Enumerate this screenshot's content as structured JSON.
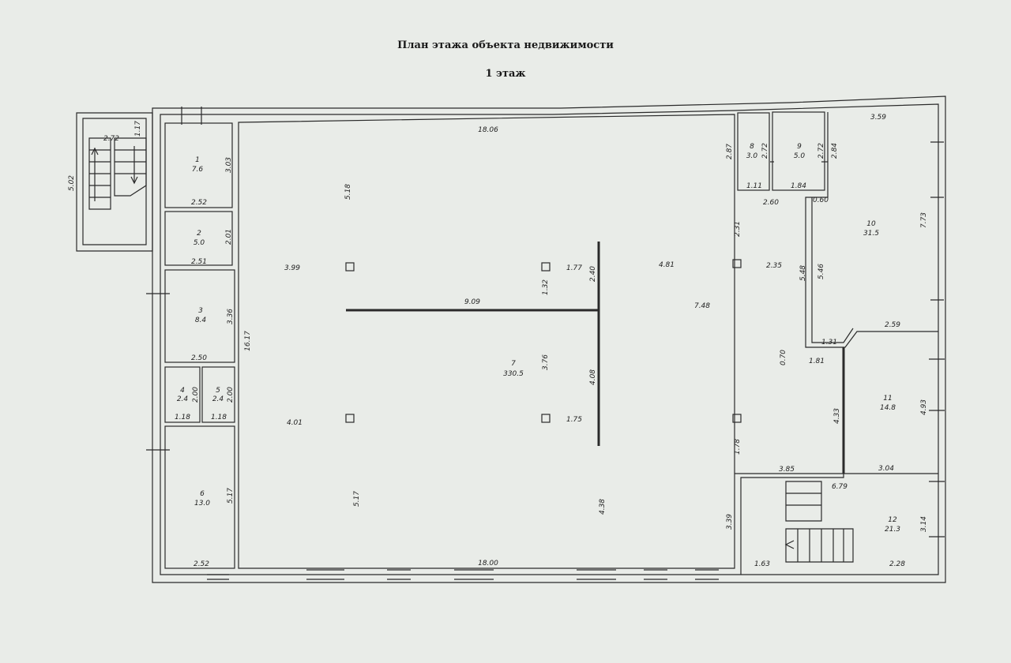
{
  "header": {
    "title": "План этажа объекта недвижимости",
    "floor": "1 этаж"
  },
  "rooms": [
    {
      "id": "1",
      "number": "1",
      "area": "7.6"
    },
    {
      "id": "2",
      "number": "2",
      "area": "5.0"
    },
    {
      "id": "3",
      "number": "3",
      "area": "8.4"
    },
    {
      "id": "4",
      "number": "4",
      "area": "2.4"
    },
    {
      "id": "5",
      "number": "5",
      "area": "2.4"
    },
    {
      "id": "6",
      "number": "6",
      "area": "13.0"
    },
    {
      "id": "7",
      "number": "7",
      "area": "330.5"
    },
    {
      "id": "8",
      "number": "8",
      "area": "3.0"
    },
    {
      "id": "9",
      "number": "9",
      "area": "5.0"
    },
    {
      "id": "10",
      "number": "10",
      "area": "31.5"
    },
    {
      "id": "11",
      "number": "11",
      "area": "14.8"
    },
    {
      "id": "12",
      "number": "12",
      "area": "21.3"
    }
  ],
  "dimensions": {
    "stair_w": "2.72",
    "stair_top": "1.17",
    "stair_h": "5.02",
    "r1_h": "3.03",
    "r1_w": "2.52",
    "r2_h": "2.01",
    "r2_w": "2.51",
    "r3_h": "3.36",
    "r3_w": "2.50",
    "r4_h": "2.00",
    "r4_w": "1.18",
    "r5_h": "2.00",
    "r5_w": "1.18",
    "r6_h": "5.17",
    "r6_w": "2.52",
    "hall_top": "18.06",
    "hall_bottom": "18.00",
    "hall_left": "16.17",
    "d_518": "5.18",
    "d_399": "3.99",
    "d_401": "4.01",
    "d_517": "5.17",
    "d_909": "9.09",
    "d_132": "1.32",
    "d_177": "1.77",
    "d_240": "2.40",
    "d_376": "3.76",
    "d_175": "1.75",
    "d_408": "4.08",
    "d_438": "4.38",
    "d_481": "4.81",
    "d_748": "7.48",
    "d_231": "2.31",
    "d_235": "2.35",
    "d_178": "1.78",
    "d_339": "3.39",
    "d_287": "2.87",
    "r8_h": "2.72",
    "r8_w": "1.11",
    "r9_h": "2.72",
    "r9_w": "1.84",
    "r9_h2": "2.84",
    "d_260": "2.60",
    "d_060": "0.60",
    "d_548": "5.48",
    "d_546": "5.46",
    "r10_w": "3.59",
    "r10_h": "7.73",
    "d_070": "0.70",
    "d_131": "1.31",
    "d_259": "2.59",
    "d_181": "1.81",
    "r11_h": "4.33",
    "r11_h2": "4.93",
    "d_385": "3.85",
    "d_304": "3.04",
    "d_679": "6.79",
    "d_314": "3.14",
    "d_163": "1.63",
    "d_228": "2.28"
  }
}
